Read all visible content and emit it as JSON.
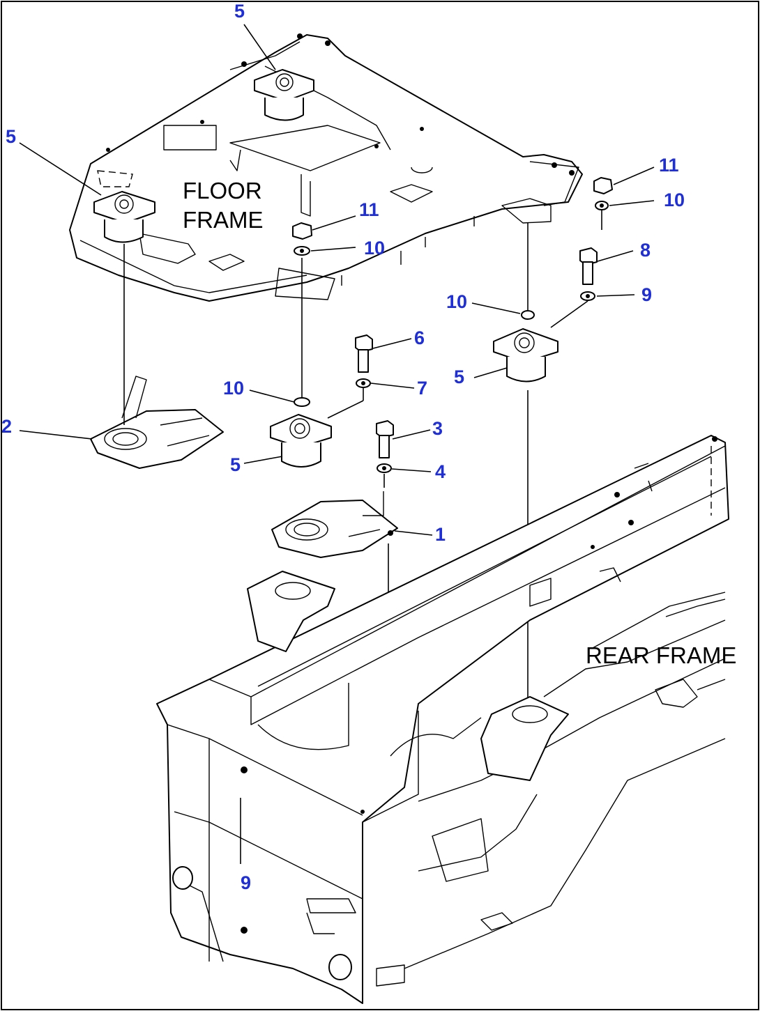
{
  "labels": {
    "floor_frame_line1": "FLOOR",
    "floor_frame_line2": "FRAME",
    "rear_frame": "REAR FRAME"
  },
  "callouts": {
    "c5_top": "5",
    "c5_left": "5",
    "c5_mid": "5",
    "c5_right": "5",
    "c11_mid": "11",
    "c11_right": "11",
    "c10_floor": "10",
    "c10_right_top": "10",
    "c10_right_low": "10",
    "c10_left": "10",
    "c8": "8",
    "c9_upper": "9",
    "c9_lower": "9",
    "c6": "6",
    "c7": "7",
    "c3": "3",
    "c4": "4",
    "c2": "2",
    "c1": "1"
  },
  "colors": {
    "callout": "#1f2fd8",
    "line": "#000000",
    "background": "#ffffff"
  }
}
